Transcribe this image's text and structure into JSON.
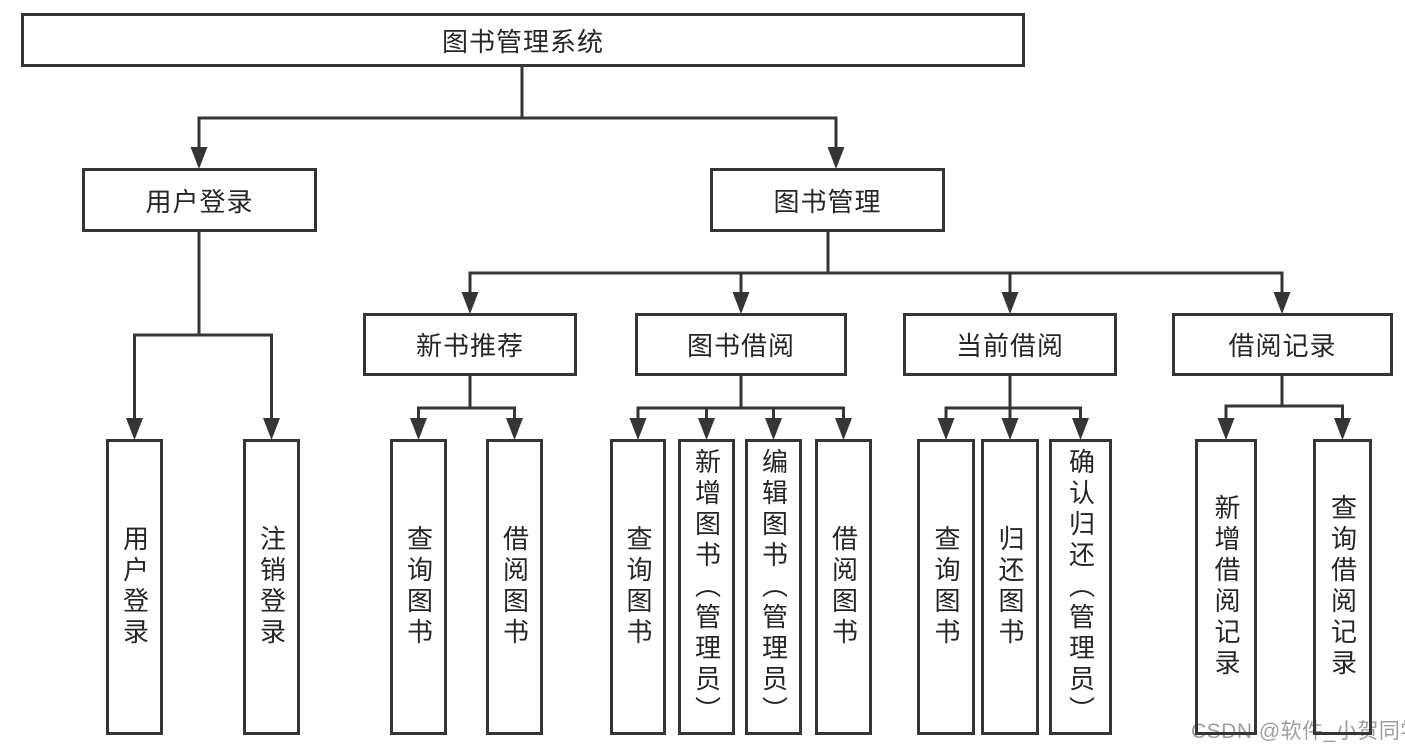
{
  "diagram_type": "hierarchy-tree",
  "tree": {
    "label": "图书管理系统",
    "children": [
      {
        "label": "用户登录",
        "children": [
          {
            "label": "用户登录"
          },
          {
            "label": "注销登录"
          }
        ]
      },
      {
        "label": "图书管理",
        "children": [
          {
            "label": "新书推荐",
            "children": [
              {
                "label": "查询图书"
              },
              {
                "label": "借阅图书"
              }
            ]
          },
          {
            "label": "图书借阅",
            "children": [
              {
                "label": "查询图书"
              },
              {
                "label": "新增图书（管理员）"
              },
              {
                "label": "编辑图书（管理员）"
              },
              {
                "label": "借阅图书"
              }
            ]
          },
          {
            "label": "当前借阅",
            "children": [
              {
                "label": "查询图书"
              },
              {
                "label": "归还图书"
              },
              {
                "label": "确认归还（管理员）"
              }
            ]
          },
          {
            "label": "借阅记录",
            "children": [
              {
                "label": "新增借阅记录"
              },
              {
                "label": "查询借阅记录"
              }
            ]
          }
        ]
      }
    ]
  },
  "watermark": {
    "text": "CSDN @软件_小贺同学"
  },
  "colors": {
    "line": "#353535",
    "box_border": "#353535",
    "box_fill": "#ffffff",
    "text": "#262626",
    "watermark": "#9d9da1"
  }
}
